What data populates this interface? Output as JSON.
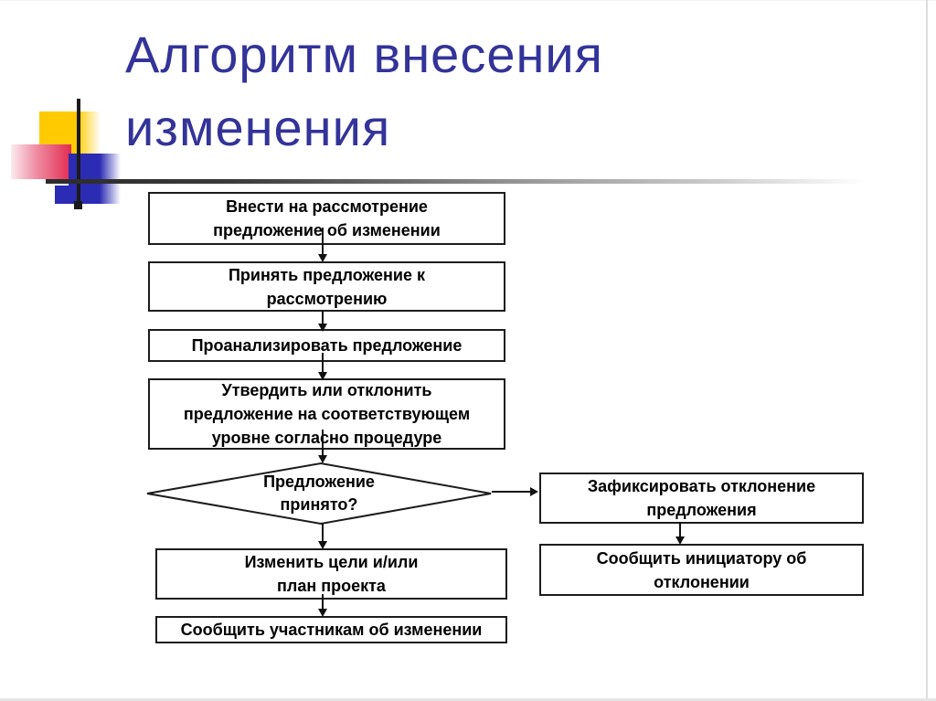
{
  "slide": {
    "title": "Алгоритм внесения изменения",
    "title_color": "#333399",
    "background": "#ffffff"
  },
  "flowchart": {
    "steps": [
      {
        "label": "Внести на рассмотрение\nпредложение об изменении"
      },
      {
        "label": "Принять предложение к\nрассмотрению"
      },
      {
        "label": "Проанализировать предложение"
      },
      {
        "label": "Утвердить или отклонить\nпредложение на соответствующем\nуровне согласно процедуре"
      }
    ],
    "decision": {
      "label": "Предложение\nпринято?"
    },
    "accepted_path": [
      {
        "label": "Изменить цели и/или\nплан проекта"
      },
      {
        "label": "Сообщить участникам об изменении"
      }
    ],
    "rejected_path": [
      {
        "label": "Зафиксировать отклонение\nпредложения"
      },
      {
        "label": "Сообщить инициатору об\nотклонении"
      }
    ],
    "box_border_color": "#1c1c1c",
    "arrow_color": "#111111"
  },
  "decoration": {
    "yellow_square": "#FFCB00",
    "red_square": "#E22C50",
    "blue_square": "#2B2BB4",
    "crosshair_line": "#1A1A1A",
    "gradient_rule_start": "#2B2B2B"
  }
}
